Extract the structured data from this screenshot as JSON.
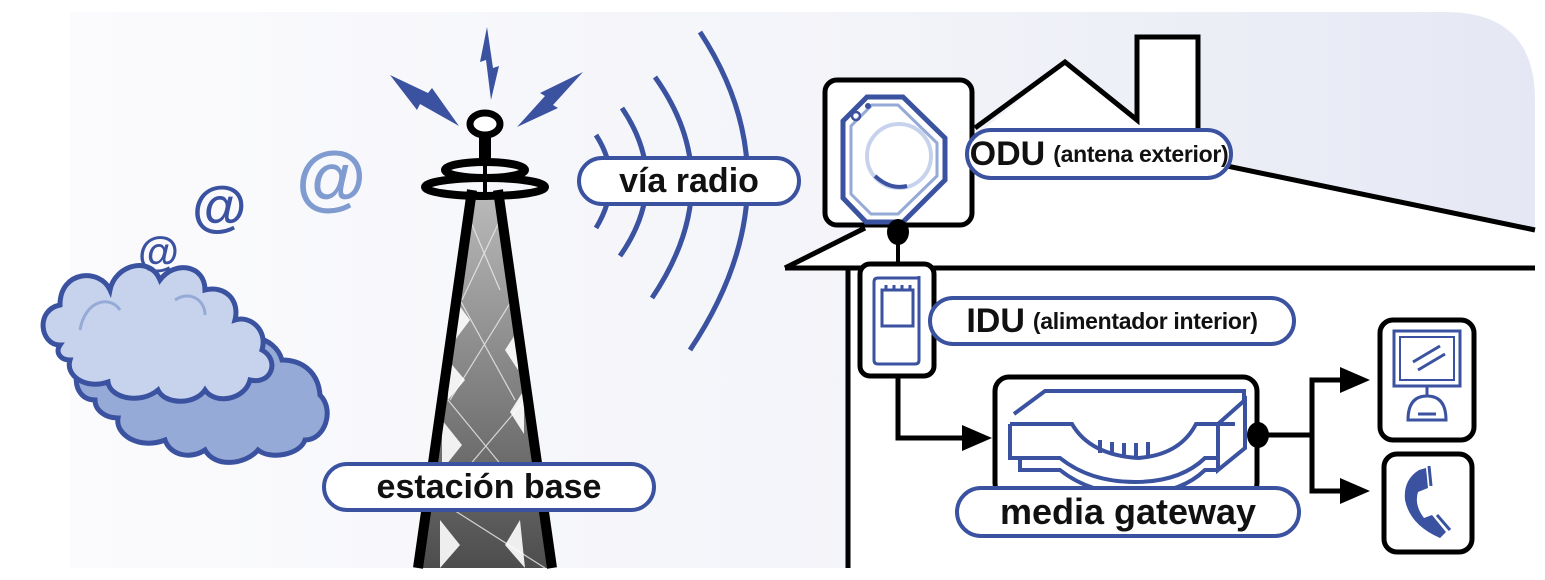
{
  "diagram": {
    "title": "Wireless broadband access via radio",
    "colors": {
      "accent_blue": "#3a52a0",
      "light_blue": "#7f9bcf",
      "cloud_light": "#c7d3ec",
      "cloud_dark": "#95aad6",
      "house_bg": "#e8eaf5",
      "outline": "#000000"
    },
    "nodes": {
      "cloud": {
        "label": "",
        "icon": "cloud-icon"
      },
      "email_symbols": [
        "@",
        "@",
        "@"
      ],
      "base_station": {
        "label": "estación base",
        "icon": "radio-tower-icon"
      },
      "radio_link": {
        "label": "vía radio",
        "icon": "radio-waves-icon"
      },
      "odu": {
        "label": "ODU",
        "sublabel": "(antena exterior)",
        "icon": "outdoor-antenna-icon"
      },
      "idu": {
        "label": "IDU",
        "sublabel": "(alimentador interior)",
        "icon": "indoor-unit-icon"
      },
      "media_gateway": {
        "label": "media gateway",
        "icon": "gateway-device-icon"
      },
      "computer": {
        "label": "",
        "icon": "computer-icon"
      },
      "telephone": {
        "label": "",
        "icon": "telephone-icon"
      }
    },
    "edges": [
      {
        "from": "odu",
        "to": "idu"
      },
      {
        "from": "idu",
        "to": "media_gateway"
      },
      {
        "from": "media_gateway",
        "to": "computer"
      },
      {
        "from": "media_gateway",
        "to": "telephone"
      }
    ]
  }
}
